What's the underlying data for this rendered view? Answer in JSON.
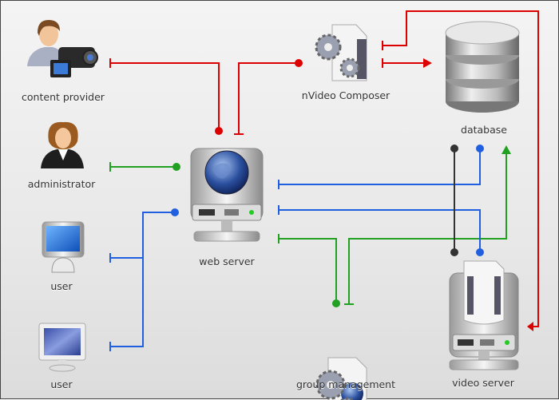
{
  "nodes": {
    "content_provider": "content provider",
    "administrator": "administrator",
    "user1": "user",
    "user2": "user",
    "web_server": "web server",
    "composer": "nVideo Composer",
    "database": "database",
    "group_management": "group management",
    "video_server": "video server"
  },
  "colors": {
    "red": "#dd0000",
    "green": "#22a022",
    "blue": "#2060e0",
    "black": "#333333"
  }
}
